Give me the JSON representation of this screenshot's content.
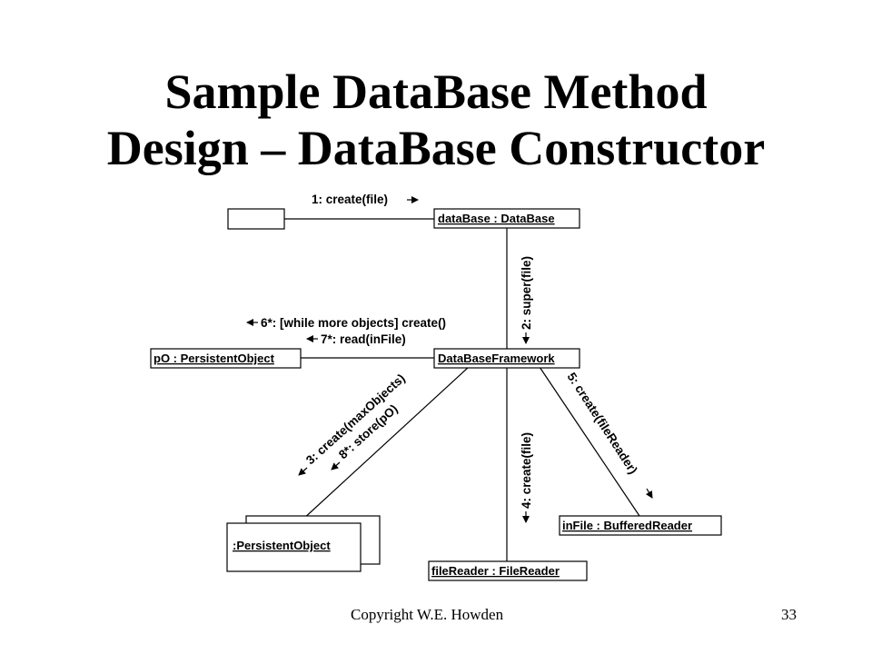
{
  "slide": {
    "title_line1": "Sample DataBase Method",
    "title_line2": "Design – DataBase Constructor",
    "footer_left": "Copyright W.E. Howden",
    "footer_right": "33"
  },
  "diagram": {
    "objects": {
      "caller": "",
      "database": "dataBase : DataBase",
      "framework": "DataBaseFramework",
      "persistent_object": "pO : PersistentObject",
      "persistent_multi": ":PersistentObject",
      "buffered_reader": "inFile : BufferedReader",
      "file_reader": "fileReader : FileReader"
    },
    "messages": {
      "m1": "1: create(file)",
      "m2": "2: super(file)",
      "m3": "3: create(maxObjects)",
      "m4": "4: create(file)",
      "m5": "5: create(fileReader)",
      "m6": "6*: [while more objects] create()",
      "m7": "7*: read(inFile)",
      "m8": "8*: store(pO)"
    }
  }
}
